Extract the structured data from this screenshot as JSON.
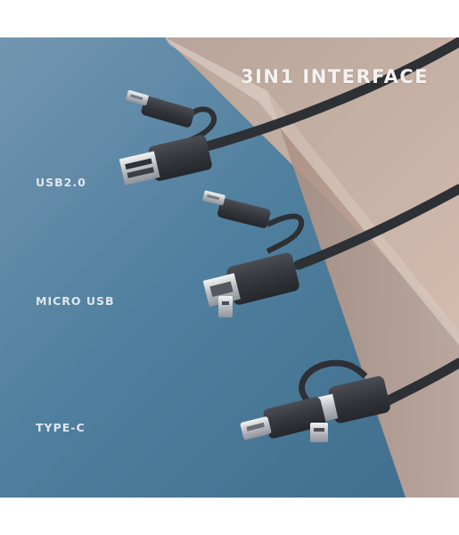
{
  "title": "3IN1 INTERFACE",
  "labels": {
    "usb2": "USB2.0",
    "micro_usb": "MICRO USB",
    "type_c": "TYPE-C"
  },
  "colors": {
    "background_blue": "#4f7d9c",
    "ledge_tan": "#c6ada0",
    "cable": "#2f3236",
    "metal": "#c9ccd0",
    "label_text": "#dfe7ee"
  }
}
